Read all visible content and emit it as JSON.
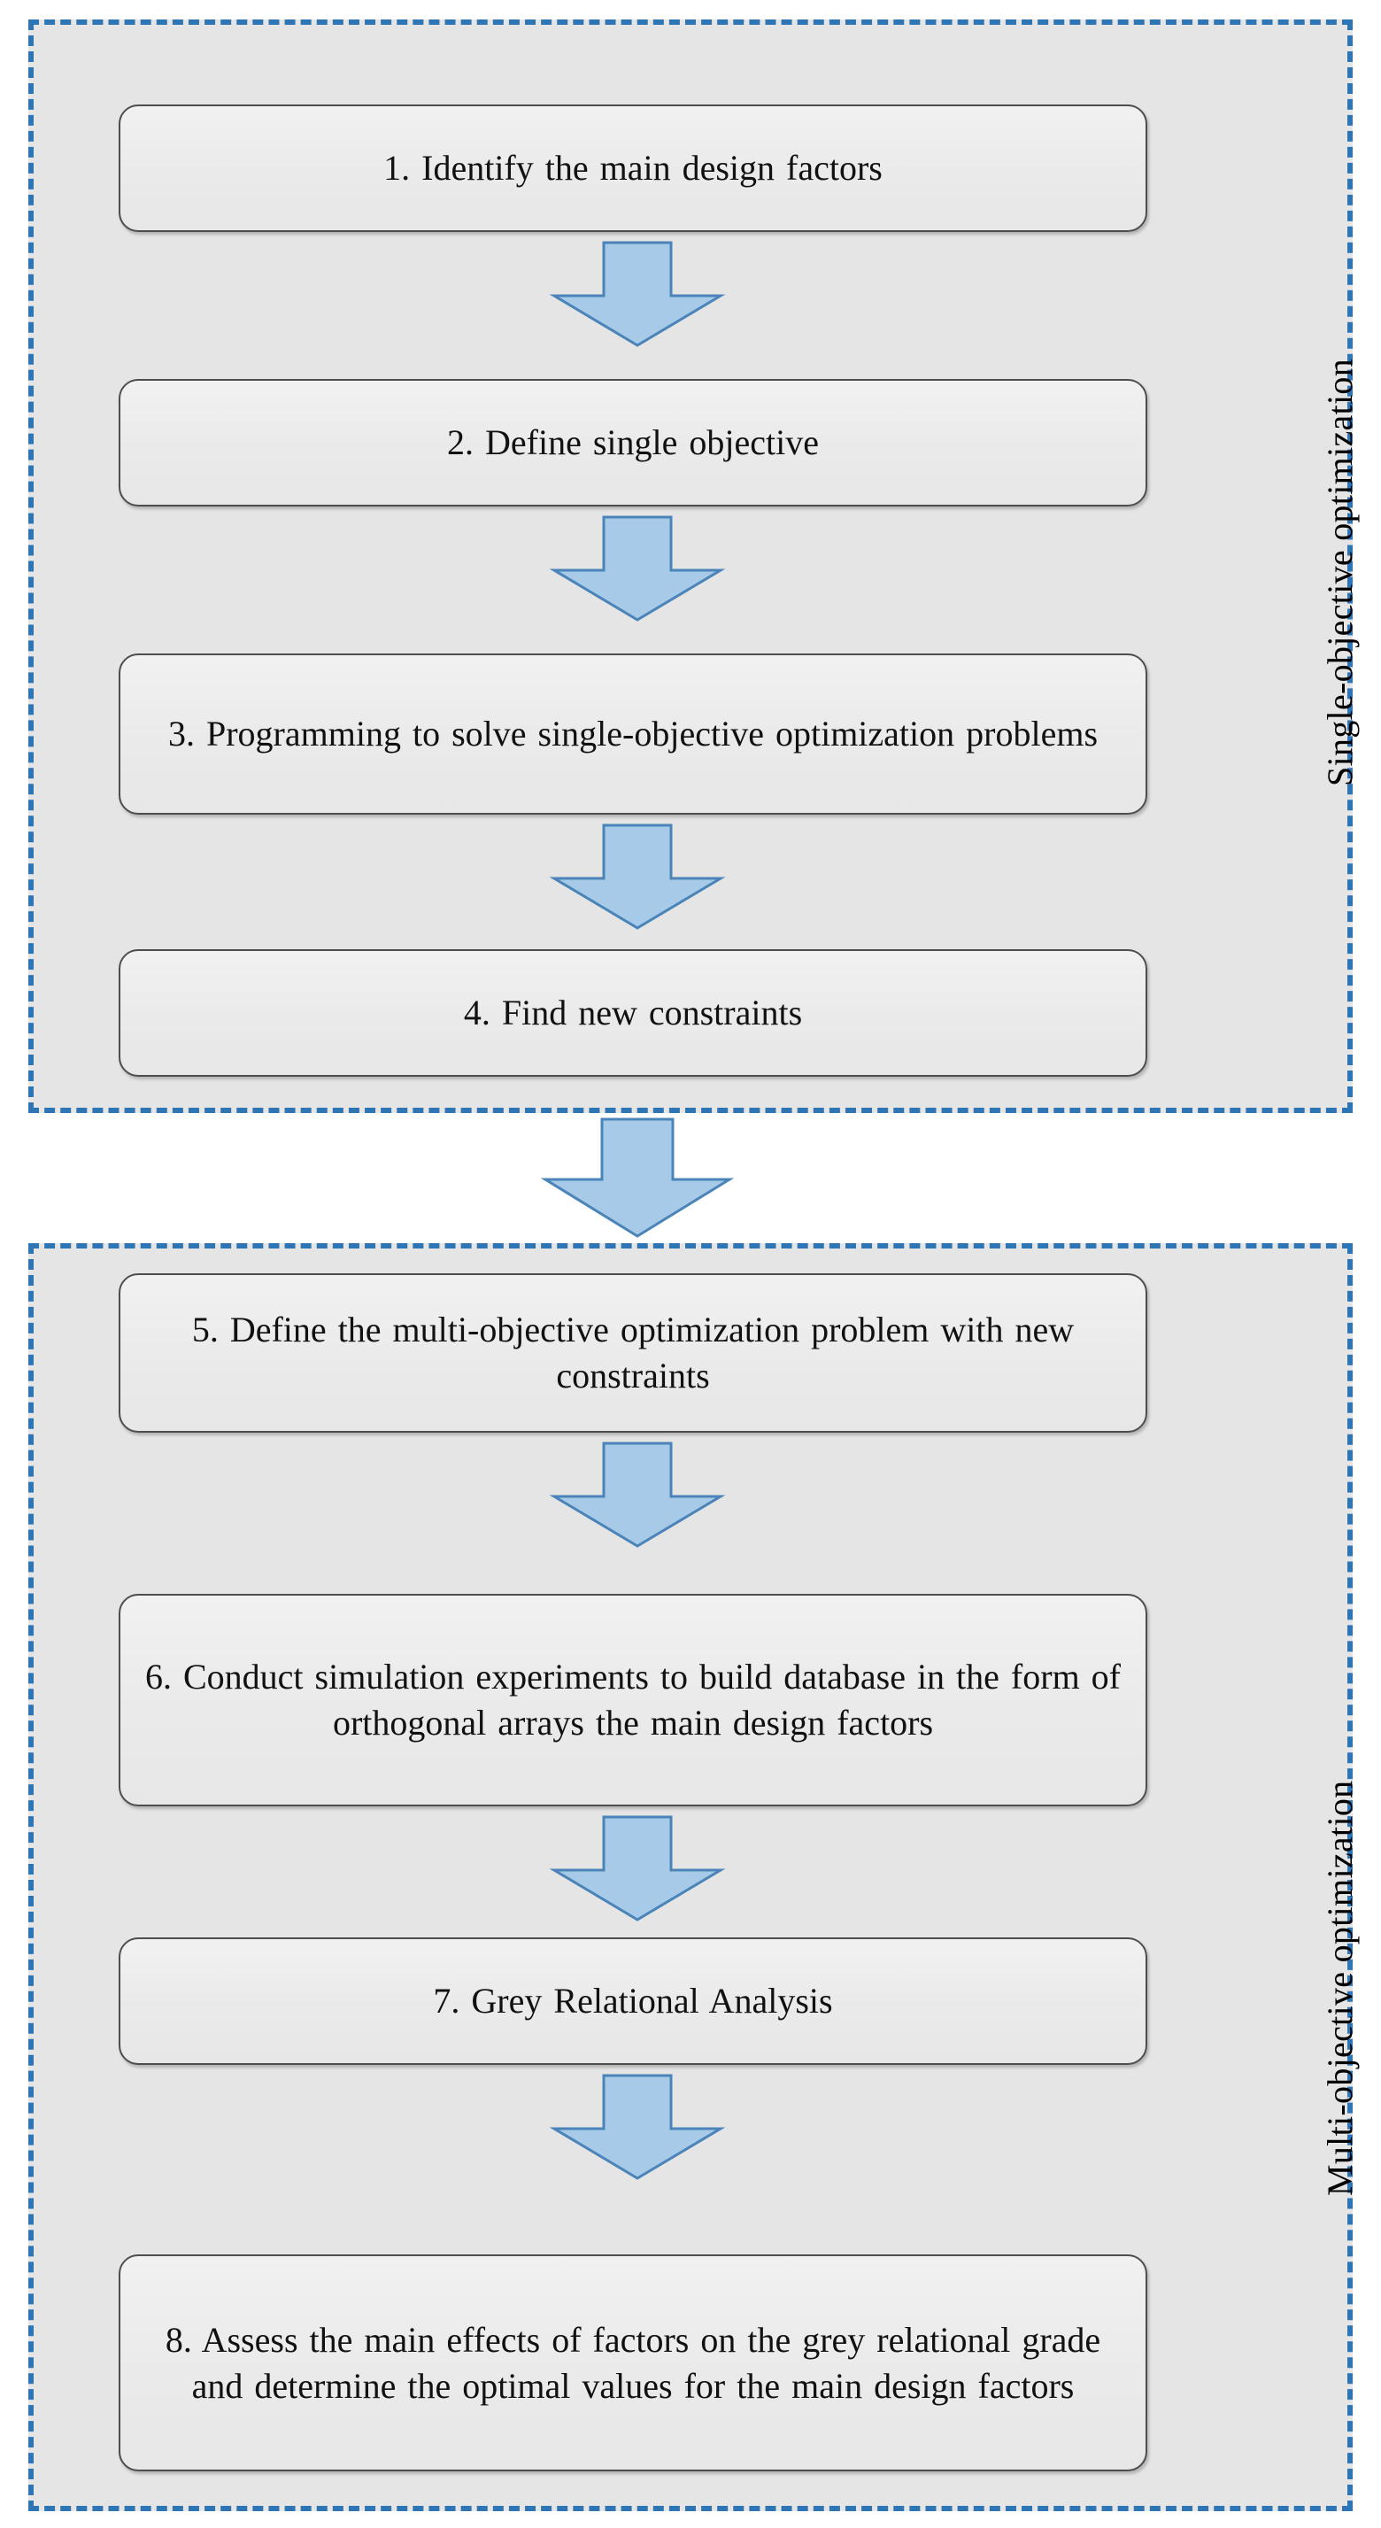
{
  "figure": {
    "type": "flowchart",
    "orientation": "vertical",
    "groups": [
      {
        "id": "single-objective",
        "label": "Single-objective optimization",
        "label_orientation": "vertical-bottom-to-top",
        "steps": [
          "1",
          "2",
          "3",
          "4"
        ]
      },
      {
        "id": "multi-objective",
        "label": "Multi-objective optimization",
        "label_orientation": "vertical-bottom-to-top",
        "steps": [
          "5",
          "6",
          "7",
          "8"
        ]
      }
    ]
  },
  "boxes": {
    "box1": "1. Identify the main design factors",
    "box2": "2. Define single objective",
    "box3": "3. Programming to solve single-objective optimization problems",
    "box4": "4. Find new constraints",
    "box5": "5. Define the multi-objective optimization problem with new constraints",
    "box6": "6. Conduct simulation experiments to build database in the form of orthogonal arrays the main design factors",
    "box7": "7. Grey Relational Analysis",
    "box8": "8. Assess the main effects of factors on the grey relational grade and determine the optimal values for the main design factors"
  },
  "labels": {
    "single": "Single-objective optimization",
    "multi": "Multi-objective optimization"
  },
  "arrows": {
    "a1": "down-arrow-step-1-to-2",
    "a2": "down-arrow-step-2-to-3",
    "a3": "down-arrow-step-3-to-4",
    "a4": "down-arrow-step-4-to-5",
    "a5": "down-arrow-step-5-to-6",
    "a6": "down-arrow-step-6-to-7",
    "a7": "down-arrow-step-7-to-8"
  },
  "colors": {
    "group_fill": "#E5E5E5",
    "group_border": "#2E75B6",
    "box_fill": "#EDEDED",
    "box_border": "#4D4D4D",
    "arrow_fill": "#A6CAE8",
    "arrow_stroke": "#4A84B8",
    "text": "#111111",
    "page_background": "#FFFFFF"
  }
}
